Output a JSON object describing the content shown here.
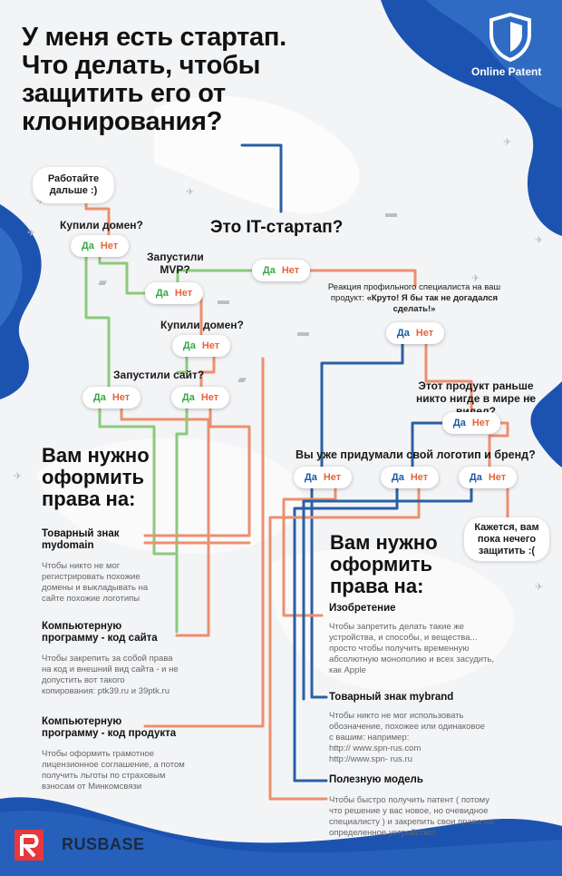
{
  "title_lines": [
    "У меня есть стартап.",
    "Что делать, чтобы",
    "защитить его от",
    "клонирования?"
  ],
  "brand": "Online Patent",
  "footer_brand": "RUSBASE",
  "colors": {
    "green": "#8cc97a",
    "orange": "#ec8f6e",
    "blue": "#2a5fa5",
    "dark_blue": "#17469c"
  },
  "icons": [
    "shield-icon",
    "rusbase-logo-icon",
    "plane-icon",
    "tank-icon",
    "missile-launcher-icon"
  ],
  "start": {
    "question": "Это IT-стартап?",
    "yes": "Да",
    "no": "Нет"
  },
  "left_branch": {
    "keep_working": "Работайте дальше :)",
    "bought_domain_1": {
      "question": "Купили домен?",
      "yes": "Да",
      "no": "Нет"
    },
    "launched_mvp": {
      "question": "Запустили MVP?",
      "yes": "Да",
      "no": "Нет"
    },
    "bought_domain_2": {
      "question": "Купили домен?",
      "yes": "Да",
      "no": "Нет"
    },
    "launched_site": {
      "question": "Запустили сайт?",
      "yes": "Да",
      "no": "Нет",
      "yes2": "Да",
      "no2": "Нет"
    }
  },
  "right_branch": {
    "reaction_text": "Реакция профильного специалиста на ваш продукт:",
    "reaction_quote": "«Круто! Я бы так не догадался сделать!»",
    "reaction_pill": {
      "yes": "Да",
      "no": "Нет"
    },
    "never_seen": {
      "question": "Этот продукт раньше никто нигде в мире не видел?",
      "yes": "Да",
      "no": "Нет"
    },
    "logo_brand": {
      "question": "Вы уже придумали свой логотип и бренд?",
      "p1_yes": "Да",
      "p1_no": "Нет",
      "p2_yes": "Да",
      "p2_no": "Нет",
      "p3_yes": "Да",
      "p3_no": "Нет"
    },
    "nothing": "Кажется, вам пока нечего защитить :("
  },
  "left_rights": {
    "title": [
      "Вам нужно",
      "оформить",
      "права на:"
    ],
    "items": [
      {
        "title": [
          "Товарный знак",
          "mydomain"
        ],
        "desc": [
          "Чтобы никто не мог",
          "регистрировать похожие",
          "домены и выкладывать на",
          "сайте похожие логотипы"
        ]
      },
      {
        "title": [
          "Компьютерную",
          "программу - код сайта"
        ],
        "desc": [
          "Чтобы закрепить за собой права",
          "на код и внешний вид сайта - и не",
          "допустить вот такого",
          "копирования: ptk39.ru и 39ptk.ru"
        ]
      },
      {
        "title": [
          "Компьютерную",
          "программу - код продукта"
        ],
        "desc": [
          "Чтобы оформить грамотное",
          "лицензионное соглашение, а потом",
          "получить льготы по страховым",
          "взносам от Минкомсвязи"
        ]
      }
    ]
  },
  "right_rights": {
    "title": [
      "Вам нужно",
      "оформить",
      "права на:"
    ],
    "items": [
      {
        "title": [
          "Изобретение"
        ],
        "desc": [
          "Чтобы запретить делать такие же",
          "устройства, и способы, и вещества...",
          "просто чтобы получить временную",
          "абсолютную монополию и всех засудить,",
          "как Apple"
        ]
      },
      {
        "title": [
          "Товарный знак mybrand"
        ],
        "desc": [
          "Чтобы никто не мог использовать",
          "обозначение, похожее или одинаковое",
          "с вашим: например:",
          "http:// www.spn-rus.com",
          "http://www.spn- rus.ru"
        ]
      },
      {
        "title": [
          "Полезную модель"
        ],
        "desc": [
          "Чтобы быстро получить патент ( потому",
          "что решение у вас новое, но очевидное",
          "специалисту ) и закрепить свои права на",
          "определенное устройство!"
        ]
      }
    ]
  }
}
